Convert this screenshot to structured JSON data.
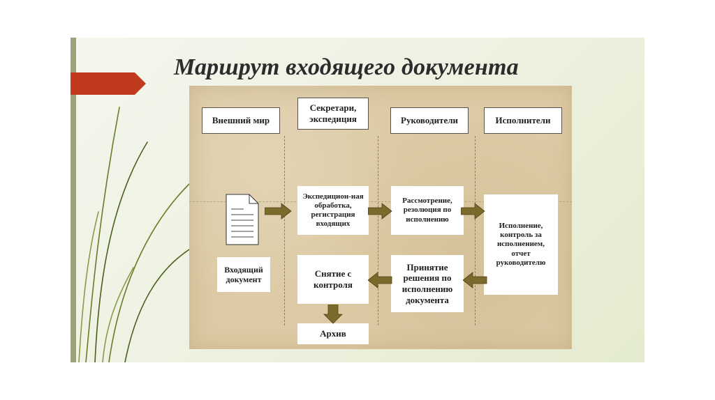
{
  "title": "Маршрут входящего документа",
  "lanes": [
    {
      "id": "external",
      "label": "Внешний мир"
    },
    {
      "id": "secretaries",
      "label": "Секретари, экспедиция"
    },
    {
      "id": "managers",
      "label": "Руководители"
    },
    {
      "id": "executors",
      "label": "Исполнители"
    }
  ],
  "steps": {
    "incoming_doc": "Входящий документ",
    "registration": "Экспедицион-ная обработка, регистрация входящих",
    "review": "Рассмотрение, резолюция по исполнению",
    "execution": "Исполнение, контроль за исполнением, отчет руководителю",
    "decision": "Принятие решения по исполнению документа",
    "removal": "Снятие с контроля",
    "archive": "Архив"
  },
  "colors": {
    "accent_arrow": "#c23a1e",
    "flow_arrow": "#7a6a2c",
    "panel": "#dccaa4"
  }
}
